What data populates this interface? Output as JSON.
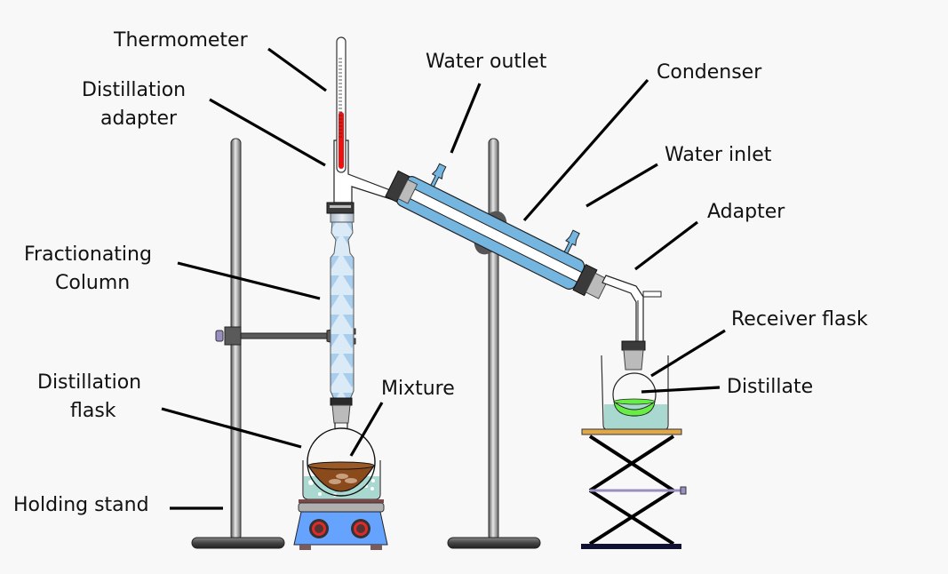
{
  "diagram": {
    "title": "Fractional distillation apparatus",
    "labels": {
      "thermometer": "Thermometer",
      "distillation_adapter_1": "Distillation",
      "distillation_adapter_2": "adapter",
      "water_outlet": "Water outlet",
      "condenser": "Condenser",
      "water_inlet": "Water inlet",
      "adapter": "Adapter",
      "fractionating_column_1": "Fractionating",
      "fractionating_column_2": "Column",
      "receiver_flask": "Receiver flask",
      "distillate": "Distillate",
      "distillation_flask_1": "Distillation",
      "distillation_flask_2": "flask",
      "mixture": "Mixture",
      "holding_stand": "Holding stand"
    },
    "colors": {
      "background": "#f8f8f8",
      "thermometer_liquid": "#ee1111",
      "condenser_jacket": "#74b6e0",
      "column_packing": "#b4d6f0",
      "mixture": "#8b4a1c",
      "bath_water": "#a8d8d0",
      "distillate": "#66ee44",
      "hot_plate_body": "#66a3ff",
      "hot_plate_knob": "#e02a2a",
      "lab_jack_top": "#e0a84a",
      "stand_metal": "#555555"
    }
  }
}
